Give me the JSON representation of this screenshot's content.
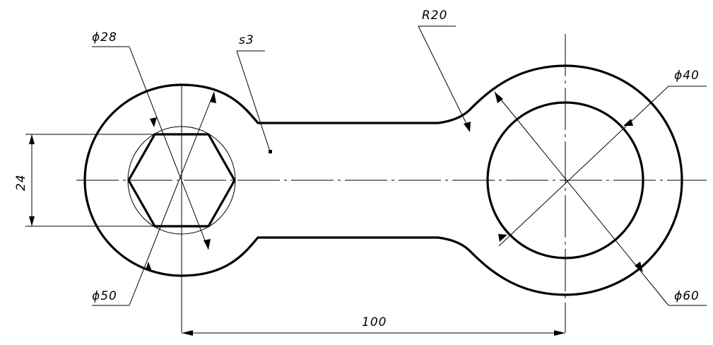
{
  "dimensions": {
    "hex_circle_diameter": "ϕ28",
    "thickness": "s3",
    "fillet_radius": "R20",
    "bore_diameter": "ϕ40",
    "hex_width": "24",
    "left_boss_diameter": "ϕ50",
    "right_boss_diameter": "ϕ60",
    "center_distance": "100"
  }
}
